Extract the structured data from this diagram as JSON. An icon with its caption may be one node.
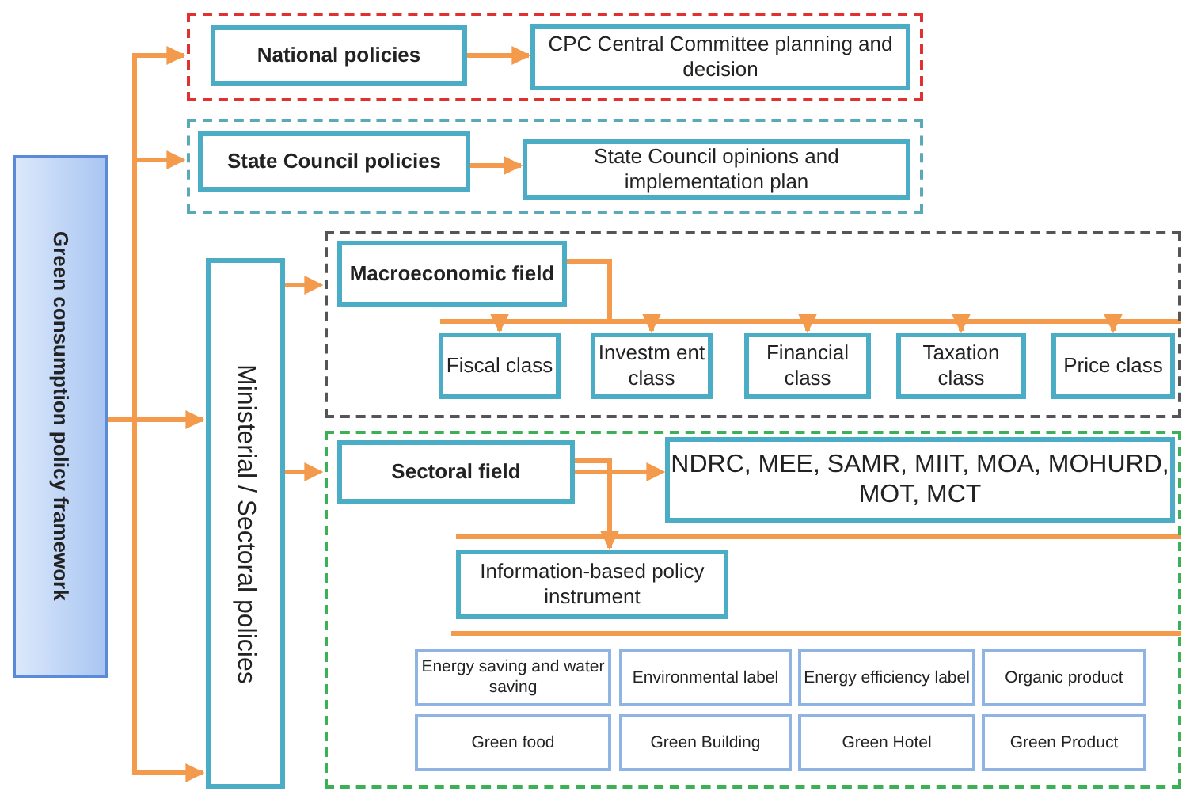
{
  "diagram": {
    "nodes": [
      {
        "text": [
          "Green consumption policy framework"
        ]
      },
      {
        "text": [],
        "shape": "box"
      },
      {
        "text": [
          "National policies"
        ],
        "in": 1
      },
      {
        "text": [
          "CPC Central Committee planning and decision"
        ],
        "in": 1
      },
      {
        "text": [],
        "shape": "box"
      },
      {
        "text": [
          "State Council policies"
        ],
        "in": 4
      },
      {
        "text": [
          "State Council opinions and implementation plan"
        ],
        "in": 4
      },
      {
        "text": [
          "Ministerial / Sectoral policies"
        ]
      },
      {
        "text": [],
        "shape": "box"
      },
      {
        "text": [
          "Macroeconomic field"
        ],
        "in": 8
      },
      {
        "text": [
          "Fiscal class"
        ],
        "in": 8
      },
      {
        "text": [
          "Investm ent class"
        ],
        "in": 8
      },
      {
        "text": [
          "Financial class"
        ],
        "in": 8
      },
      {
        "text": [
          "Taxation class"
        ],
        "in": 8
      },
      {
        "text": [
          "Price class"
        ],
        "in": 8
      },
      {
        "text": [],
        "shape": "box"
      },
      {
        "text": [
          "Sectoral field"
        ],
        "in": 15
      },
      {
        "text": [
          "NDRC, MEE, SAMR, MIIT, MOA, MOHURD, MOT, MCT"
        ],
        "in": 15
      },
      {
        "text": [
          "Information-based policy instrument"
        ],
        "in": 15
      },
      {
        "text": [
          "Energy saving and water saving"
        ],
        "in": 15
      },
      {
        "text": [
          "Environmental label"
        ],
        "in": 15
      },
      {
        "text": [
          "Energy efficiency label"
        ],
        "in": 15
      },
      {
        "text": [
          "Organic product"
        ],
        "in": 15
      },
      {
        "text": [
          "Green food"
        ],
        "in": 15
      },
      {
        "text": [
          "Green Building"
        ],
        "in": 15
      },
      {
        "text": [
          "Green Hotel"
        ],
        "in": 15
      },
      {
        "text": [
          "Green Product"
        ],
        "in": 15
      }
    ],
    "edges": [
      {
        "from": 0,
        "to": 1,
        "arrow": "to"
      },
      {
        "from": 0,
        "to": 4,
        "arrow": "to"
      },
      {
        "from": 0,
        "to": 7,
        "arrow": "to"
      },
      {
        "from": 0,
        "to": 7,
        "arrow": "to"
      },
      {
        "from": 2,
        "to": 3,
        "arrow": "to"
      },
      {
        "from": 5,
        "to": 6,
        "arrow": "to"
      },
      {
        "from": 7,
        "to": 8,
        "arrow": "to"
      },
      {
        "from": 7,
        "to": 15,
        "arrow": "to"
      },
      {
        "from": 9,
        "to": 10,
        "arrow": "to"
      },
      {
        "from": 9,
        "to": 11,
        "arrow": "to"
      },
      {
        "from": 9,
        "to": 12,
        "arrow": "to"
      },
      {
        "from": 9,
        "to": 13,
        "arrow": "to"
      },
      {
        "from": 9,
        "to": 14,
        "arrow": "to"
      },
      {
        "from": 16,
        "to": 17,
        "arrow": "to"
      },
      {
        "from": 16,
        "to": 18,
        "arrow": "to"
      }
    ]
  }
}
